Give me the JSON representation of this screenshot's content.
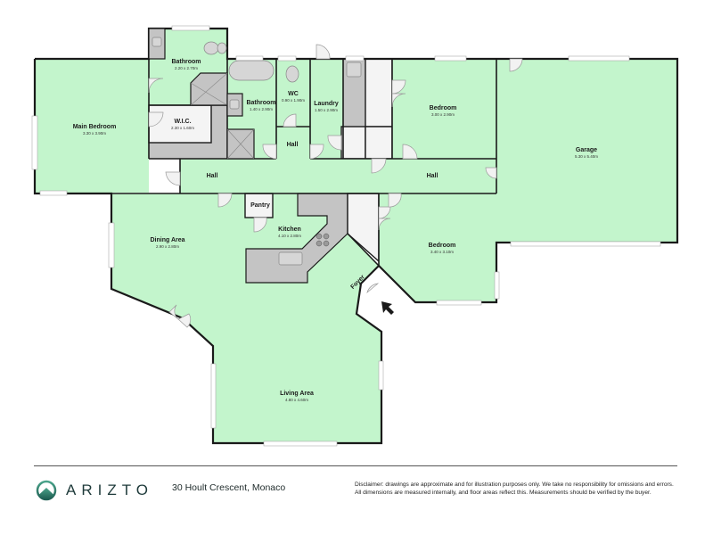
{
  "rooms": {
    "main_bedroom": {
      "name": "Main Bedroom",
      "dims": "3.30 x 3.90m"
    },
    "bathroom_ensuite": {
      "name": "Bathroom",
      "dims": "2.20 x 2.70m"
    },
    "wic": {
      "name": "W.I.C.",
      "dims": "2.30 x 1.60m"
    },
    "bathroom_main": {
      "name": "Bathroom",
      "dims": "1.40 x 2.90m"
    },
    "wc": {
      "name": "WC",
      "dims": "0.90 x 1.90m"
    },
    "laundry": {
      "name": "Laundry",
      "dims": "1.50 x 2.90m"
    },
    "bedroom_2": {
      "name": "Bedroom",
      "dims": "3.00 x 2.90m"
    },
    "garage": {
      "name": "Garage",
      "dims": "5.30 x 5.40m"
    },
    "hall_small": {
      "name": "Hall"
    },
    "hall_left": {
      "name": "Hall"
    },
    "hall_right": {
      "name": "Hall"
    },
    "pantry": {
      "name": "Pantry"
    },
    "kitchen": {
      "name": "Kitchen",
      "dims": "4.10 x 2.80m"
    },
    "dining": {
      "name": "Dining Area",
      "dims": "2.90 x 2.80m"
    },
    "bedroom_3": {
      "name": "Bedroom",
      "dims": "3.40 x 3.10m"
    },
    "foyer": {
      "name": "Foyer"
    },
    "living": {
      "name": "Living Area",
      "dims": "4.80 x 4.60m"
    }
  },
  "colors": {
    "room_fill": "#c3f5cc",
    "wall": "#1a1a1a",
    "fixture": "#c4c4c4",
    "wic_fill": "#f4f4f4",
    "brand": "#2e7d6a"
  },
  "footer": {
    "brand": "ARIZTO",
    "address": "30 Hoult Crescent, Monaco",
    "disclaimer_line1": "Disclaimer: drawings are approximate and for illustration purposes only. We take no responsibility for omissions and errors.",
    "disclaimer_line2": "All dimensions are measured internally, and floor areas reflect this. Measurements should be verified by the buyer."
  }
}
